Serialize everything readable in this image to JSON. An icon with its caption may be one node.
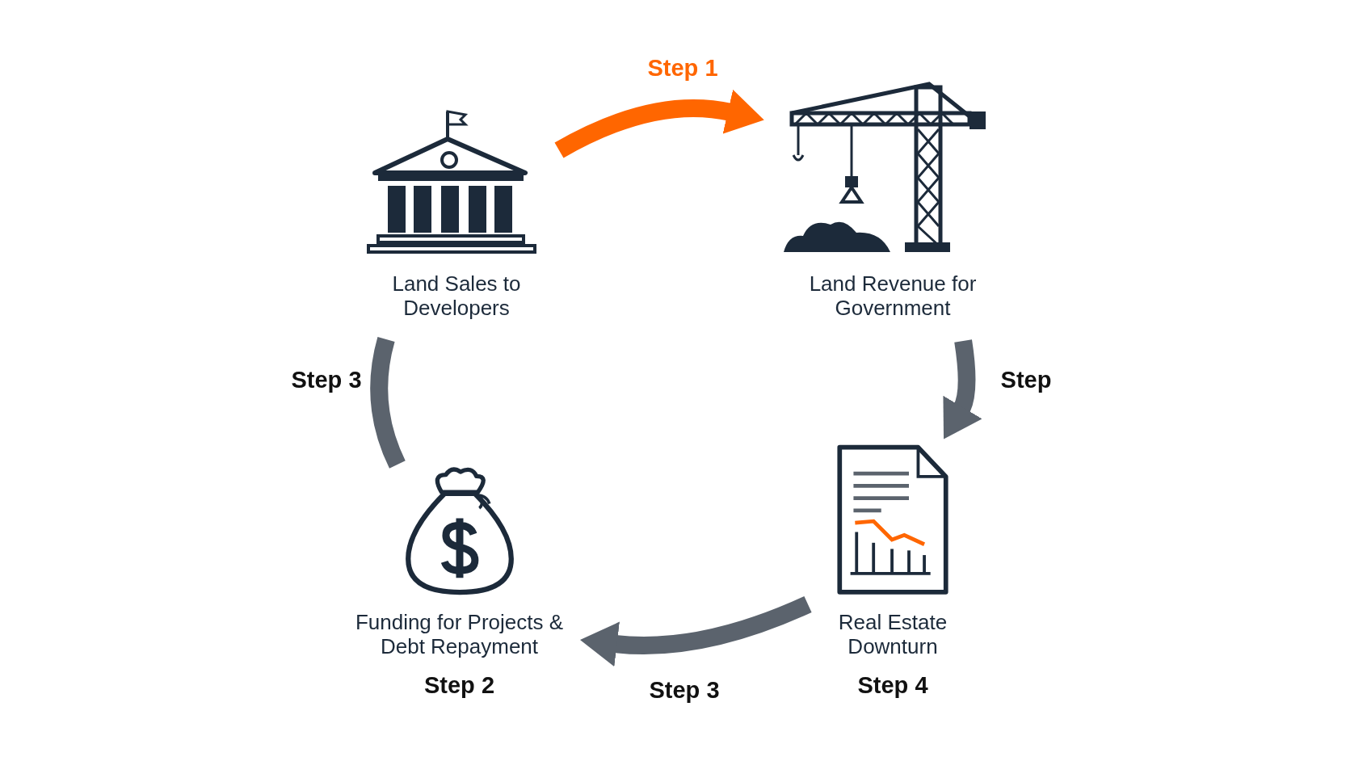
{
  "diagram": {
    "nodes": [
      {
        "text": [
          "Land Sales to Developers"
        ]
      },
      {
        "text": [
          "Land Revenue for Government"
        ]
      },
      {
        "text": [
          "Funding for Projects & Debt Repayment"
        ],
        "beside": [
          "Step 2"
        ]
      },
      {
        "text": [
          "Real Estate Downturn"
        ],
        "beside": [
          "Step 4"
        ]
      }
    ],
    "edges": [
      {
        "from": 0,
        "to": 1,
        "arrow": "to",
        "label": "Step 1",
        "color": "#ff6600"
      },
      {
        "from": 1,
        "to": 3,
        "arrow": "to",
        "label": "Step"
      },
      {
        "from": 3,
        "to": 2,
        "arrow": "to",
        "label": "Step 3"
      },
      {
        "from": 2,
        "to": 0,
        "arrow": "none",
        "label": "Step 3"
      }
    ]
  }
}
